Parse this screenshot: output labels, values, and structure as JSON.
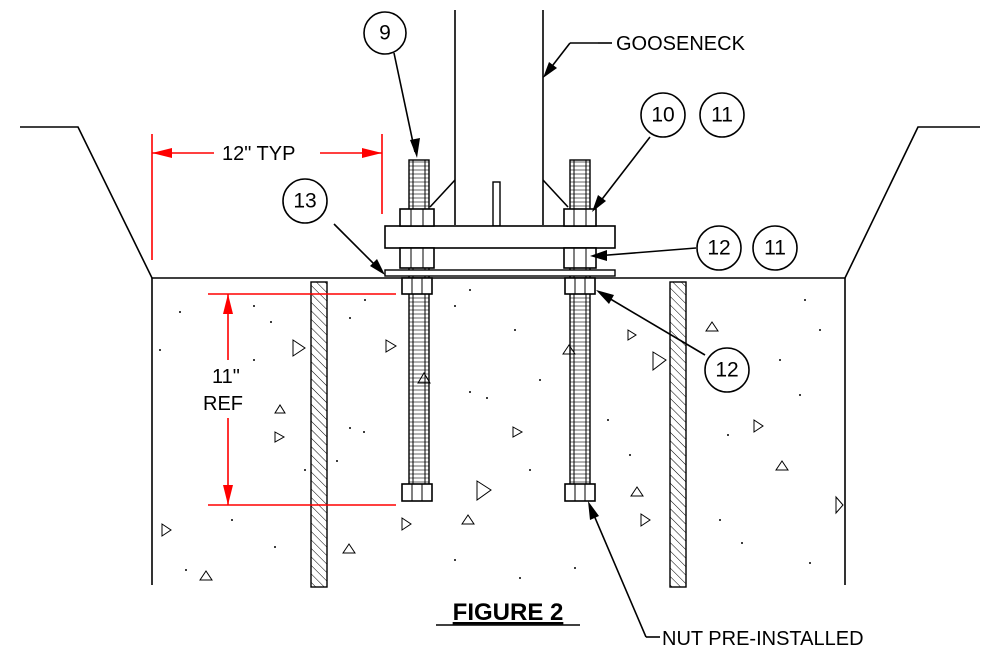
{
  "labels": {
    "gooseneck": "GOOSENECK",
    "typ_dim": "12\" TYP",
    "ref_line1": "11\"",
    "ref_line2": "REF",
    "nut_note": "NUT PRE-INSTALLED",
    "figure_title": "FIGURE 2"
  },
  "callouts": {
    "c9": "9",
    "c10": "10",
    "c11a": "11",
    "c13": "13",
    "c12a": "12",
    "c11b": "11",
    "c12b": "12"
  },
  "colors": {
    "linework": "#000000",
    "dimension": "#ff0000",
    "background": "#ffffff"
  }
}
